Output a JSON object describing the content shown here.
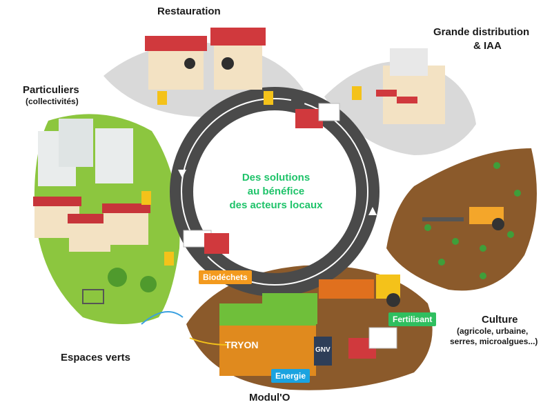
{
  "labels": {
    "restauration": "Restauration",
    "grande_distribution_1": "Grande distribution",
    "grande_distribution_2": "& IAA",
    "particuliers": "Particuliers",
    "particuliers_sub": "(collectivités)",
    "culture": "Culture",
    "culture_sub_1": "(agricole, urbaine,",
    "culture_sub_2": "serres, microalgues...)",
    "espaces_verts": "Espaces verts",
    "modulo": "Modul'O"
  },
  "center": {
    "line1": "Des solutions",
    "line2": "au bénéfice",
    "line3": "des acteurs locaux"
  },
  "tags": {
    "biodechets": "Biodéchets",
    "fertilisant": "Fertilisant",
    "energie": "Energie",
    "gnv": "GNV",
    "tryon": "TRYON"
  },
  "colors": {
    "center_text": "#1fc36a",
    "biodechets_tag": "#f39a1e",
    "fertilisant_tag": "#2fbf5f",
    "energie_tag": "#1aa3e0",
    "road": "#4a4a4a",
    "grass": "#8cc63f",
    "soil": "#8b5a2b",
    "plaza": "#d9d9d9"
  }
}
